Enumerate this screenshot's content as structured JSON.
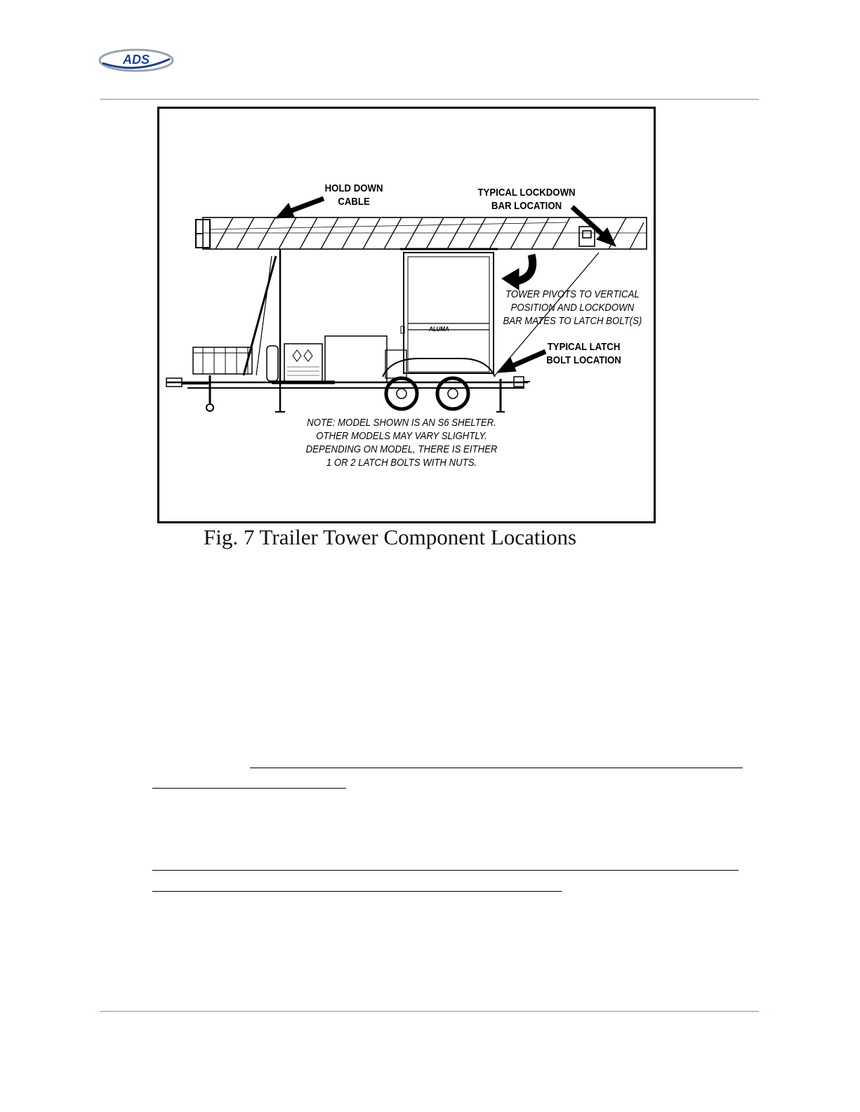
{
  "header": {
    "logo_text": "ADS"
  },
  "figure": {
    "labels": {
      "hold_down_line1": "HOLD DOWN",
      "hold_down_line2": "CABLE",
      "lockdown_line1": "TYPICAL LOCKDOWN",
      "lockdown_line2": "BAR LOCATION",
      "pivot_line1": "TOWER PIVOTS TO VERTICAL",
      "pivot_line2": "POSITION AND LOCKDOWN",
      "pivot_line3": "BAR MATES TO LATCH BOLT(S)",
      "latch_line1": "TYPICAL LATCH",
      "latch_line2": "BOLT LOCATION",
      "note_line1": "NOTE: MODEL SHOWN IS AN S6 SHELTER.",
      "note_line2": "OTHER MODELS MAY VARY SLIGHTLY.",
      "note_line3": "DEPENDING ON MODEL, THERE IS EITHER",
      "note_line4": "1 OR 2 LATCH BOLTS WITH NUTS.",
      "shelter_brand": "ALUMA"
    },
    "caption": "Fig. 7 Trailer Tower Component Locations"
  },
  "colors": {
    "rule": "#6f8fc9",
    "logo_blue": "#1f3f8f",
    "logo_grey": "#9aa3ad"
  }
}
